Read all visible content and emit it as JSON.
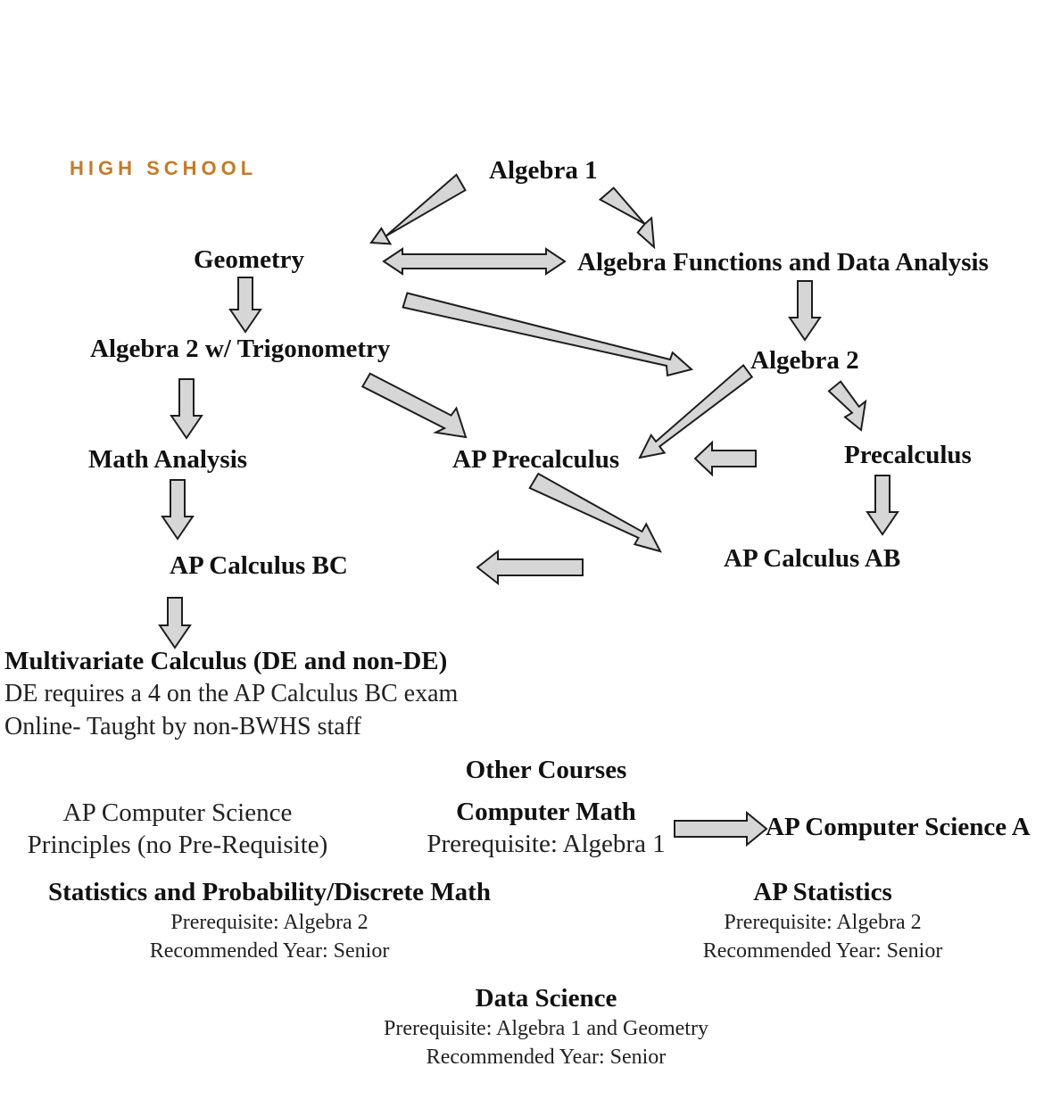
{
  "logo": "HIGH SCHOOL",
  "nodes": {
    "algebra1": "Algebra 1",
    "geometry": "Geometry",
    "afda": "Algebra Functions and Data Analysis",
    "alg2trig": "Algebra 2 w/ Trigonometry",
    "algebra2": "Algebra 2",
    "math_analysis": "Math Analysis",
    "ap_precalc": "AP Precalculus",
    "precalc": "Precalculus",
    "ap_calc_bc": "AP Calculus BC",
    "ap_calc_ab": "AP Calculus AB",
    "multivariate": "Multivariate Calculus (DE and non-DE)"
  },
  "notes": {
    "de_requirement": "DE requires a 4 on the AP Calculus BC exam",
    "online": "Online- Taught by non-BWHS staff"
  },
  "other": {
    "heading": "Other Courses",
    "apcsp": {
      "line1": "AP Computer Science",
      "line2": "Principles (no Pre-Requisite)"
    },
    "computer_math": {
      "title": "Computer Math",
      "prereq": "Prerequisite: Algebra 1"
    },
    "apcsa": "AP Computer Science A",
    "stats_prob": {
      "title": "Statistics and Probability/Discrete Math",
      "prereq": "Prerequisite: Algebra 2",
      "year": "Recommended Year: Senior"
    },
    "ap_stats": {
      "title": "AP Statistics",
      "prereq": "Prerequisite: Algebra 2",
      "year": "Recommended Year: Senior"
    },
    "data_science": {
      "title": "Data Science",
      "prereq": "Prerequisite: Algebra 1 and Geometry",
      "year": "Recommended Year: Senior"
    }
  },
  "colors": {
    "arrow_fill": "#d6d6d6",
    "arrow_stroke": "#1e1e1e",
    "logo": "#c87a22"
  }
}
